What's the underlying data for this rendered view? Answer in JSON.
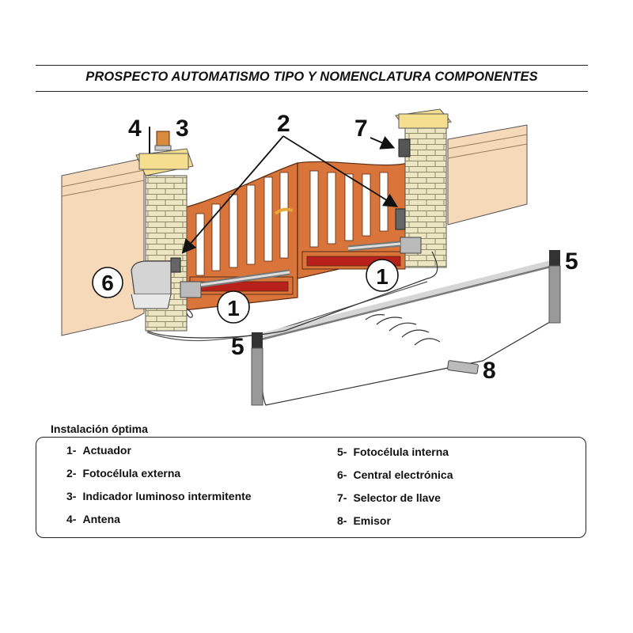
{
  "header": {
    "title": "PROSPECTO AUTOMATISMO TIPO Y NOMENCLATURA COMPONENTES"
  },
  "diagram": {
    "callouts": [
      "1",
      "1",
      "2",
      "3",
      "4",
      "5",
      "5",
      "6",
      "7",
      "8"
    ]
  },
  "legend": {
    "subtitle": "Instalación óptima",
    "left": [
      {
        "num": "1-",
        "label": "Actuador"
      },
      {
        "num": "2-",
        "label": "Fotocélula externa"
      },
      {
        "num": "3-",
        "label": "Indicador luminoso intermitente"
      },
      {
        "num": "4-",
        "label": "Antena"
      }
    ],
    "right": [
      {
        "num": "5-",
        "label": "Fotocélula interna"
      },
      {
        "num": "6-",
        "label": "Central electrónica"
      },
      {
        "num": "7-",
        "label": "Selector de llave"
      },
      {
        "num": "8-",
        "label": "Emisor"
      }
    ]
  },
  "colors": {
    "wall": "#f6d9b8",
    "gate": "#d9743a",
    "pillar": "#ece6c3",
    "pillar_cap": "#f5df8e",
    "accent_red": "#b8201c"
  }
}
